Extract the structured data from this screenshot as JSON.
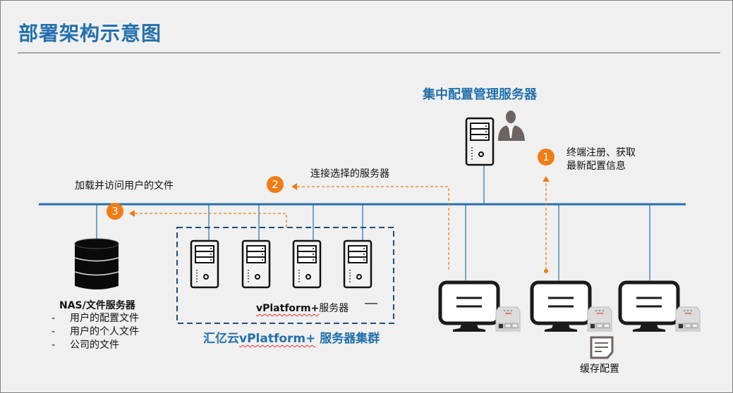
{
  "title": "部署架构示意图",
  "central_server": {
    "label": "集中配置管理服务器"
  },
  "steps": [
    {
      "number": "1",
      "label_line1": "终端注册、获取",
      "label_line2": "最新配置信息"
    },
    {
      "number": "2",
      "label": "连接选择的服务器"
    },
    {
      "number": "3",
      "label": "加载并访问用户的文件"
    }
  ],
  "nas": {
    "title": "NAS/文件服务器",
    "items": [
      "用户的配置文件",
      "用户的个人文件",
      "公司的文件"
    ],
    "bullet": "-"
  },
  "cluster": {
    "server_label_brand": "vPlatform+",
    "server_label_suffix": "服务器",
    "ellipsis": "—",
    "name_prefix": "汇亿云",
    "name_brand": "vPlatform+",
    "name_suffix": " 服务器集群",
    "server_count": 4
  },
  "terminals": {
    "count": 3,
    "cache_label": "缓存配置"
  },
  "colors": {
    "accent_blue": "#2270ad",
    "network_line": "#2270ad",
    "flow_orange": "#f07c14",
    "cluster_border": "#1f4e79"
  }
}
